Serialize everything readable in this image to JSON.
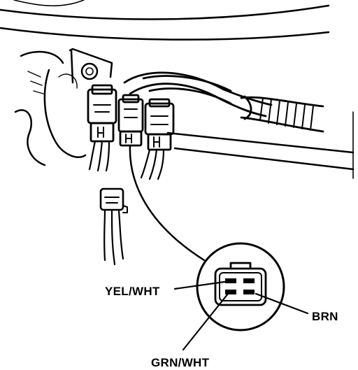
{
  "labels": {
    "yel_wht": "YEL/WHT",
    "brn": "BRN",
    "grn_wht": "GRN/WHT"
  },
  "colors": {
    "ink": "#000000",
    "paper": "#ffffff"
  }
}
